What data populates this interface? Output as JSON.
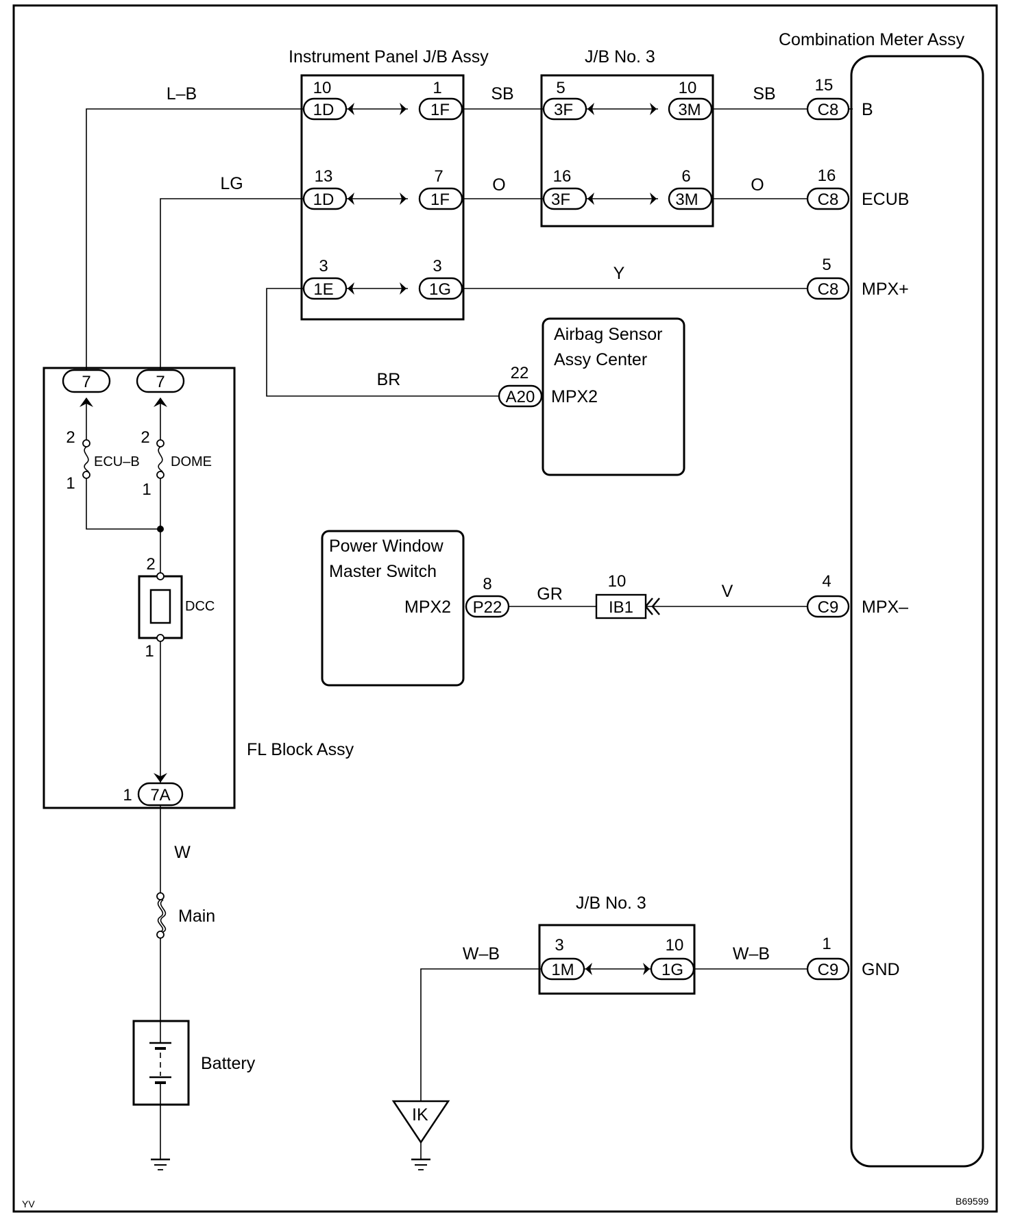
{
  "components": {
    "instrument_panel_jb": "Instrument Panel J/B Assy",
    "jb_no3_top": "J/B No. 3",
    "jb_no3_bottom": "J/B No. 3",
    "combination_meter": "Combination Meter Assy",
    "airbag_sensor": [
      "Airbag Sensor",
      "Assy Center"
    ],
    "power_window": [
      "Power Window",
      "Master Switch"
    ],
    "fl_block": "FL Block Assy",
    "battery": "Battery",
    "main_fuse": "Main",
    "dcc": "DCC",
    "fuse_ecub": "ECU–B",
    "fuse_dome": "DOME",
    "ground_ik": "IK"
  },
  "wires": {
    "lb": "L–B",
    "lg": "LG",
    "sb1": "SB",
    "sb2": "SB",
    "o1": "O",
    "o2": "O",
    "y": "Y",
    "br": "BR",
    "gr": "GR",
    "v": "V",
    "w": "W",
    "wb1": "W–B",
    "wb2": "W–B"
  },
  "connectors": {
    "c1d_a": "1D",
    "c1d_b": "1D",
    "c1e": "1E",
    "c1f_a": "1F",
    "c1f_b": "1F",
    "c1g_top": "1G",
    "c3f_a": "3F",
    "c3f_b": "3F",
    "c3m_a": "3M",
    "c3m_b": "3M",
    "c8_a": "C8",
    "c8_b": "C8",
    "c8_c": "C8",
    "c9_a": "C9",
    "c9_b": "C9",
    "a20": "A20",
    "p22": "P22",
    "ib1": "IB1",
    "c7_a": "7",
    "c7_b": "7",
    "c7a": "7A",
    "c1m": "1M",
    "c1g_bot": "1G"
  },
  "pins": {
    "p10_1d": "10",
    "p1_1f": "1",
    "p5_3f": "5",
    "p10_3m": "10",
    "p15_c8": "15",
    "p13_1d": "13",
    "p7_1f": "7",
    "p16_3f": "16",
    "p6_3m": "6",
    "p16_c8": "16",
    "p3_1e": "3",
    "p3_1g": "3",
    "p5_c8": "5",
    "p22_a20": "22",
    "p8_p22": "8",
    "p10_ib1": "10",
    "p4_c9": "4",
    "p3_1m": "3",
    "p10_1g": "10",
    "p1_c9": "1",
    "p2_ecub": "2",
    "p1_ecub": "1",
    "p2_dome": "2",
    "p1_dome": "1",
    "p2_dcc": "2",
    "p1_dcc": "1",
    "p1_7a": "1"
  },
  "terminals": {
    "b": "B",
    "ecub": "ECUB",
    "mpx_plus": "MPX+",
    "mpx_minus": "MPX–",
    "gnd": "GND",
    "airbag_mpx2": "MPX2",
    "pw_mpx2": "MPX2"
  },
  "footer": {
    "code": "B69599",
    "corner": "YV"
  }
}
